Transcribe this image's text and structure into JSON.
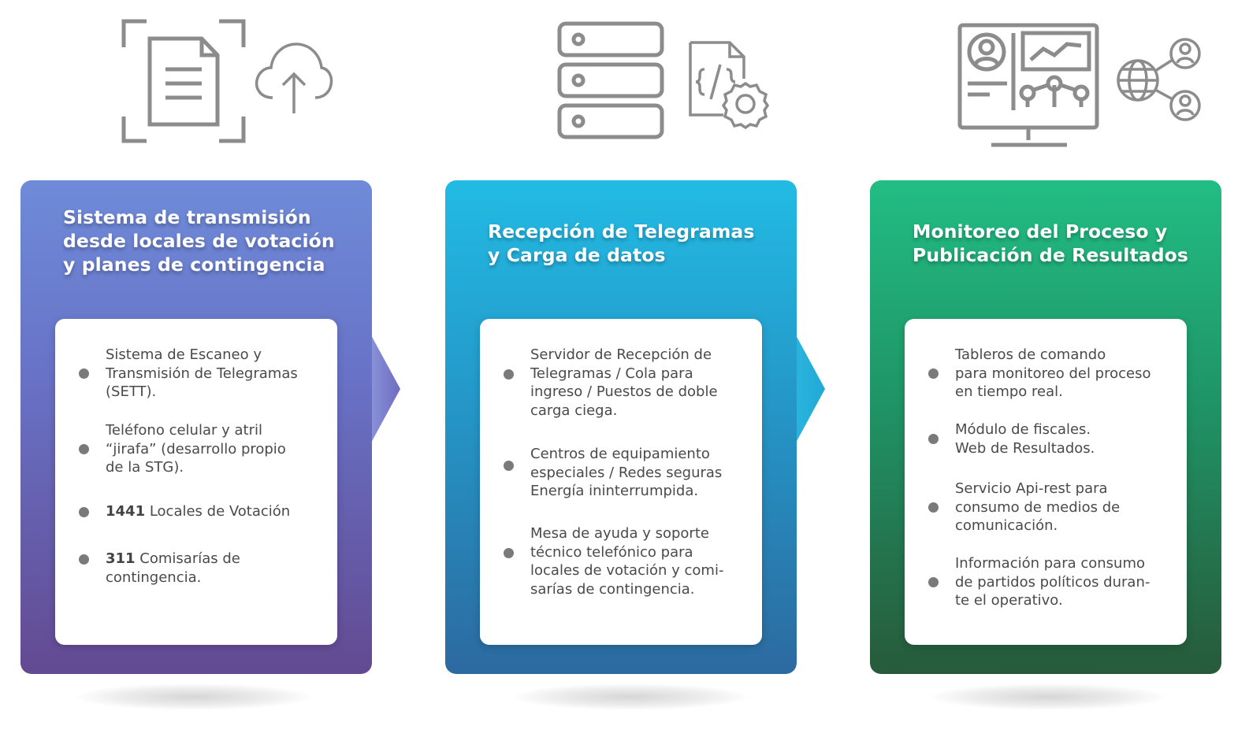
{
  "colors": {
    "icon_gray": "#8c8c8c",
    "bullet": "#7a7a7a",
    "text": "#4a4a4a",
    "card1_top": "#6e8bd8",
    "card1_bottom": "#634a92",
    "card2_top": "#22bbe3",
    "card2_bottom": "#2c6aa0",
    "card3_top": "#22bd84",
    "card3_bottom": "#275a3a"
  },
  "columns": [
    {
      "icons": [
        "scan-document-icon",
        "cloud-upload-icon"
      ],
      "title_lines": [
        "Sistema de transmisión",
        "desde locales de votación",
        "y planes de contingencia"
      ],
      "items": [
        {
          "lines": [
            "Sistema de Escaneo y",
            "Transmisión de Telegramas",
            "(SETT)."
          ]
        },
        {
          "lines": [
            "Teléfono celular y atril",
            "“jirafa” (desarrollo propio",
            "de la STG)."
          ]
        },
        {
          "bold": "1441",
          "lines": [
            " Locales de Votación"
          ]
        },
        {
          "bold": "311",
          "lines": [
            " Comisarías de",
            "contingencia."
          ]
        }
      ]
    },
    {
      "icons": [
        "server-icon",
        "code-settings-icon"
      ],
      "title_lines": [
        "Recepción de Telegramas",
        "y Carga de datos"
      ],
      "items": [
        {
          "lines": [
            "Servidor de Recepción de",
            "Telegramas / Cola para",
            "ingreso / Puestos de doble",
            "carga ciega."
          ]
        },
        {
          "lines": [
            "Centros de equipamiento",
            "especiales / Redes seguras",
            "Energía ininterrumpida."
          ]
        },
        {
          "lines": [
            "Mesa de ayuda y soporte",
            "técnico telefónico para",
            "locales de votación y comi-",
            "sarías de contingencia."
          ]
        }
      ]
    },
    {
      "icons": [
        "monitor-dashboard-icon",
        "globe-network-icon"
      ],
      "title_lines": [
        "Monitoreo del Proceso y",
        "Publicación de Resultados"
      ],
      "items": [
        {
          "lines": [
            "Tableros de comando",
            "para monitoreo del proceso",
            "en tiempo real."
          ]
        },
        {
          "lines": [
            "Módulo de fiscales.",
            "Web de Resultados."
          ]
        },
        {
          "lines": [
            "Servicio Api-rest para",
            "consumo de medios de",
            "comunicación."
          ]
        },
        {
          "lines": [
            "Información para consumo",
            "de partidos políticos duran-",
            "te el operativo."
          ]
        }
      ]
    }
  ]
}
